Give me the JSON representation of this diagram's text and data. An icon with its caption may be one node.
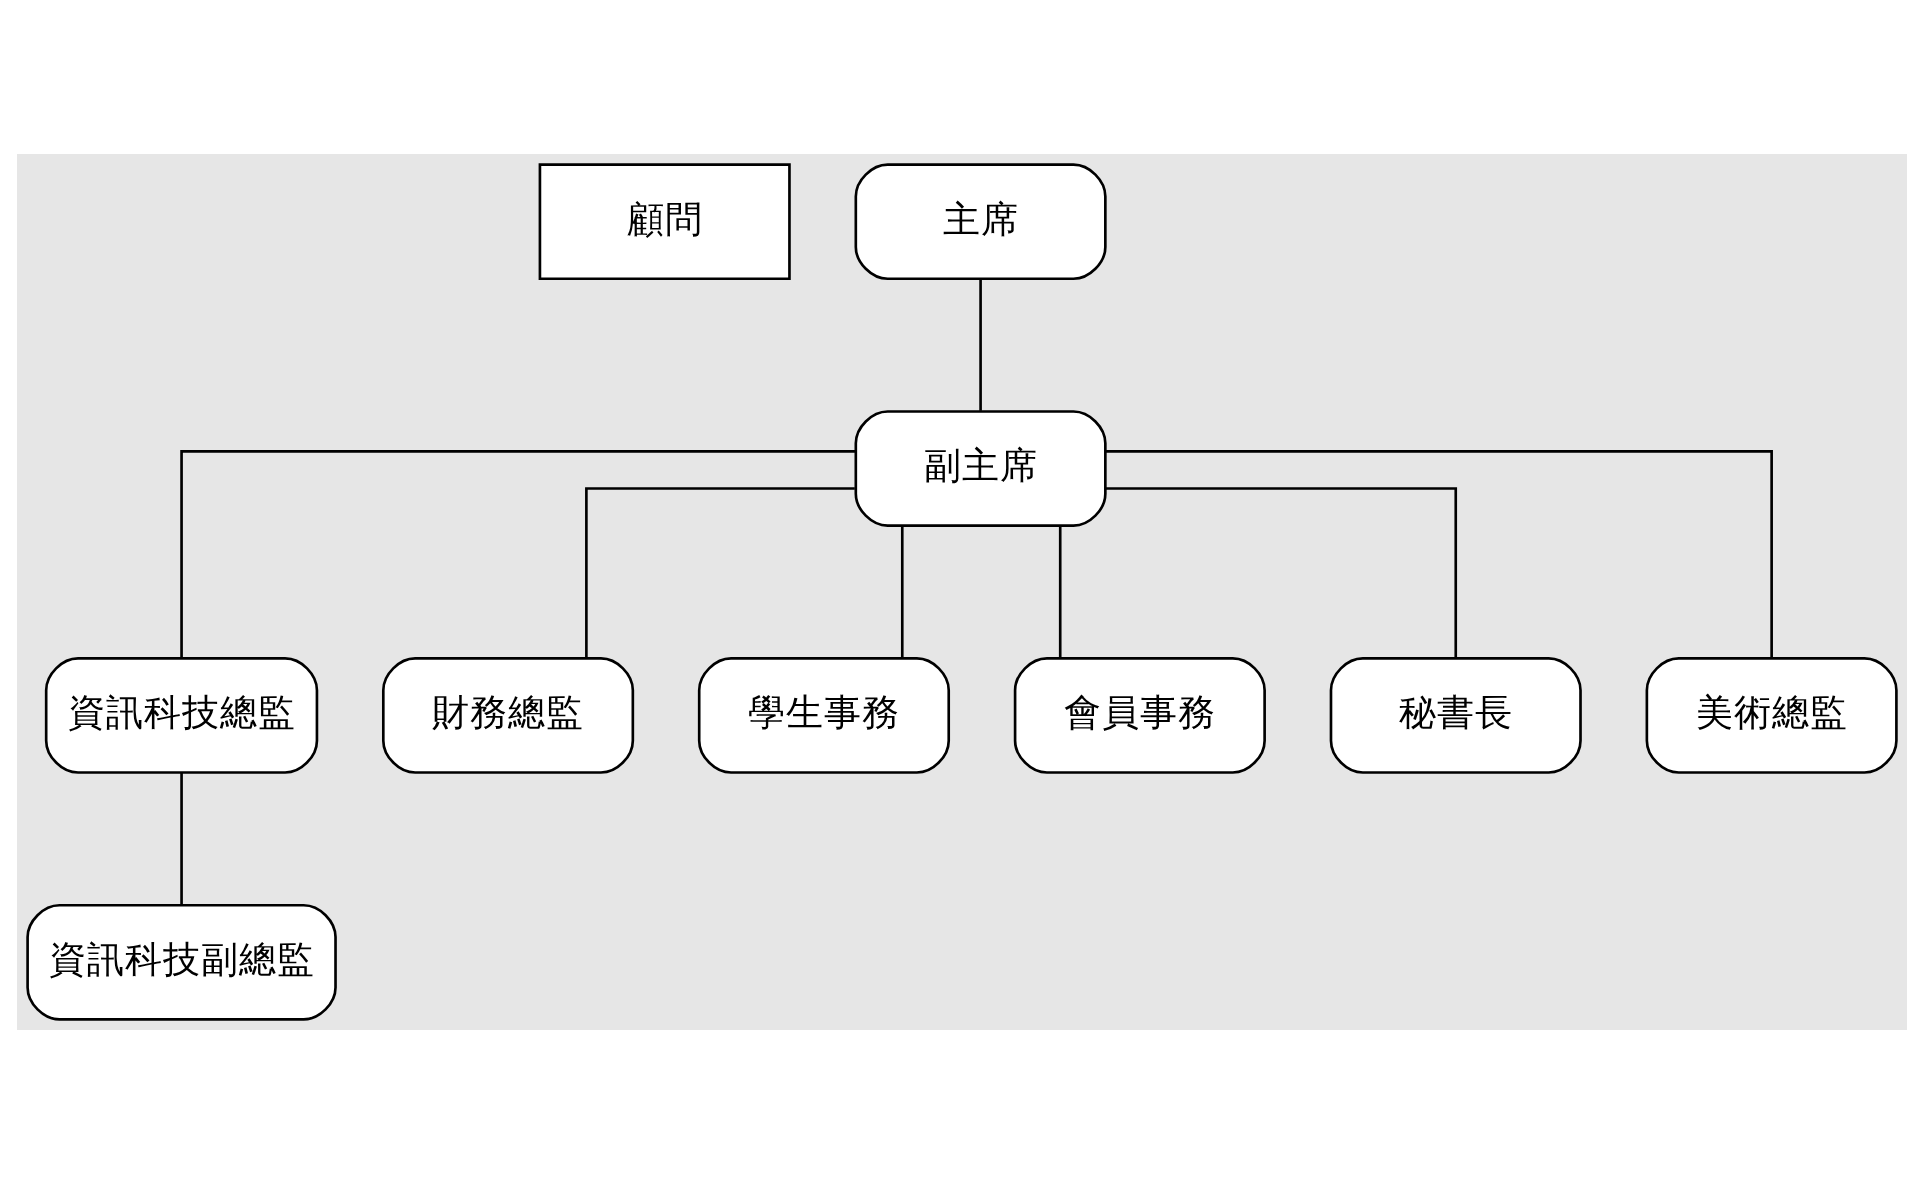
{
  "diagram": {
    "nodes": [
      {
        "text": [
          "顧問"
        ]
      },
      {
        "text": [
          "主席"
        ]
      },
      {
        "text": [
          "副主席"
        ]
      },
      {
        "text": [
          "資訊科技總監"
        ]
      },
      {
        "text": [
          "財務總監"
        ]
      },
      {
        "text": [
          "學生事務"
        ]
      },
      {
        "text": [
          "會員事務"
        ]
      },
      {
        "text": [
          "秘書長"
        ]
      },
      {
        "text": [
          "美術總監"
        ]
      },
      {
        "text": [
          "資訊科技副總監"
        ]
      }
    ],
    "edges": [
      {
        "from": 1,
        "to": 2,
        "arrow": "none"
      },
      {
        "from": 2,
        "to": 3,
        "arrow": "none"
      },
      {
        "from": 2,
        "to": 4,
        "arrow": "none"
      },
      {
        "from": 2,
        "to": 5,
        "arrow": "none"
      },
      {
        "from": 2,
        "to": 6,
        "arrow": "none"
      },
      {
        "from": 2,
        "to": 7,
        "arrow": "none"
      },
      {
        "from": 2,
        "to": 8,
        "arrow": "none"
      },
      {
        "from": 3,
        "to": 9,
        "arrow": "none"
      }
    ]
  }
}
